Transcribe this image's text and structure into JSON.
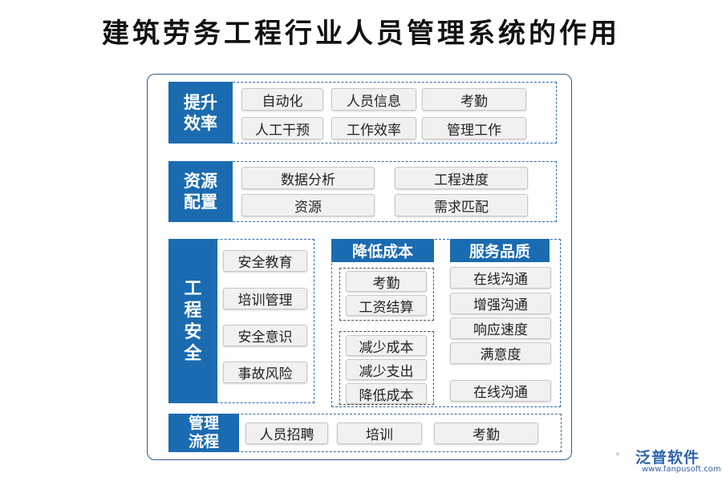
{
  "title": "建筑劳务工程行业人员管理系统的作用",
  "sections": {
    "efficiency": {
      "label": "提升\n效率",
      "items": [
        "自动化",
        "人员信息",
        "考勤",
        "人工干预",
        "工作效率",
        "管理工作"
      ]
    },
    "resources": {
      "label": "资源\n配置",
      "items": [
        "数据分析",
        "工程进度",
        "资源",
        "需求匹配"
      ]
    },
    "safety": {
      "label": "工\n程\n安\n全",
      "items": [
        "安全教育",
        "培训管理",
        "安全意识",
        "事故风险"
      ]
    },
    "cost": {
      "header": "降低成本",
      "group1": [
        "考勤",
        "工资结算"
      ],
      "group2": [
        "减少成本",
        "减少支出",
        "降低成本"
      ]
    },
    "service": {
      "header": "服务品质",
      "items": [
        "在线沟通",
        "增强沟通",
        "响应速度",
        "满意度",
        "在线沟通"
      ]
    },
    "process": {
      "label": "管理\n流程",
      "items": [
        "人员招聘",
        "培训",
        "考勤"
      ]
    }
  },
  "logo": {
    "name": "泛普软件",
    "url": "www.fanpusoft.com"
  },
  "colors": {
    "accent": "#1b6bb0",
    "border": "#2e6aa6"
  }
}
